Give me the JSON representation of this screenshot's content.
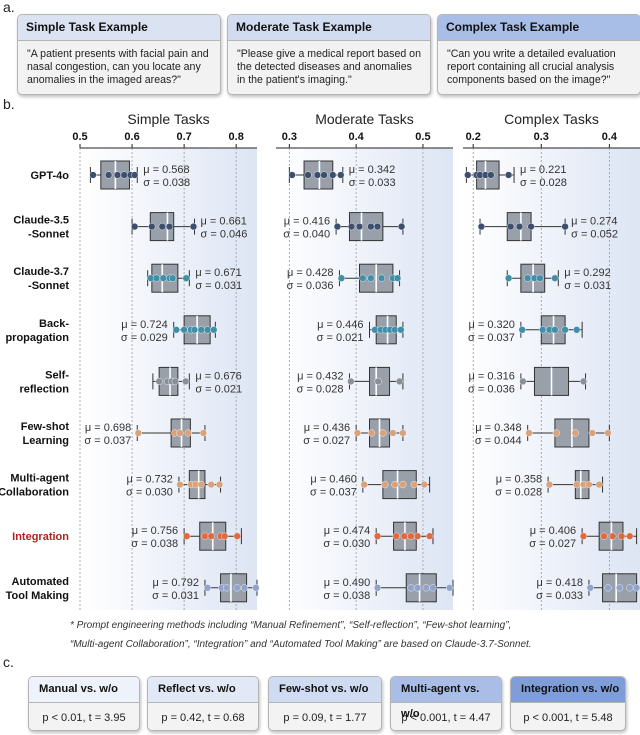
{
  "section_labels": [
    "a.",
    "b.",
    "c."
  ],
  "task_examples": [
    {
      "title": "Simple Task Example",
      "text": "\"A patient presents with facial pain and nasal congestion, can you locate any anomalies in the imaged areas?\"",
      "header_color": "#dbe3f3"
    },
    {
      "title": "Moderate Task Example",
      "text": "\"Please give a medical report based on the detected diseases and anomalies in the patient's imaging.\"",
      "header_color": "#d2dcf1"
    },
    {
      "title": "Complex Task Example",
      "text": "\"Can you write a detailed evaluation report containing all crucial analysis components based on the image?\"",
      "header_color": "#a9bee6"
    }
  ],
  "chart_data": {
    "type": "boxplot",
    "row_labels": [
      "GPT-4o",
      "Claude-3.5\n-Sonnet",
      "Claude-3.7\n-Sonnet",
      "Back-\npropagation",
      "Self-\nreflection",
      "Few-shot\nLearning",
      "Multi-agent\nCollaboration",
      "Integration",
      "Automated\nTool Making"
    ],
    "highlight_row": 7,
    "highlight_color": "#b22222",
    "panels": [
      {
        "title": "Simple Tasks",
        "xlim": [
          0.5,
          0.84
        ],
        "ticks": [
          0.5,
          0.6,
          0.7,
          0.8
        ],
        "tick_labels": [
          "0.5",
          "0.6",
          "0.7",
          "0.8"
        ],
        "rows": [
          {
            "mu": "μ = 0.568",
            "sigma": "σ = 0.038",
            "label_side": "right",
            "whisker": [
              0.52,
              0.61
            ],
            "box": [
              0.54,
              0.595
            ],
            "median": 0.568,
            "points": [
              0.525,
              0.555,
              0.572,
              0.585,
              0.597,
              0.605
            ],
            "point_color": "#3d4f6e"
          },
          {
            "mu": "μ = 0.661",
            "sigma": "σ = 0.046",
            "label_side": "right",
            "whisker": [
              0.6,
              0.72
            ],
            "box": [
              0.635,
              0.68
            ],
            "median": 0.668,
            "points": [
              0.605,
              0.638,
              0.658,
              0.672,
              0.718
            ],
            "point_color": "#3d4f6e"
          },
          {
            "mu": "μ = 0.671",
            "sigma": "σ = 0.031",
            "label_side": "right",
            "whisker": [
              0.63,
              0.71
            ],
            "box": [
              0.638,
              0.688
            ],
            "median": 0.658,
            "points": [
              0.636,
              0.647,
              0.66,
              0.672,
              0.678,
              0.704
            ],
            "point_color": "#3f8fa8"
          },
          {
            "mu": "μ = 0.724",
            "sigma": "σ = 0.029",
            "label_side": "left",
            "whisker": [
              0.68,
              0.76
            ],
            "box": [
              0.7,
              0.75
            ],
            "median": 0.725,
            "points": [
              0.685,
              0.7,
              0.713,
              0.72,
              0.733,
              0.745,
              0.757
            ],
            "point_color": "#3f8fa8"
          },
          {
            "mu": "μ = 0.676",
            "sigma": "σ = 0.021",
            "label_side": "right",
            "whisker": [
              0.64,
              0.71
            ],
            "box": [
              0.652,
              0.688
            ],
            "median": 0.673,
            "points": [
              0.652,
              0.668,
              0.676,
              0.683,
              0.703
            ],
            "point_color": "#8a8f99"
          },
          {
            "mu": "μ = 0.698",
            "sigma": "σ = 0.037",
            "label_side": "left",
            "whisker": [
              0.61,
              0.74
            ],
            "box": [
              0.675,
              0.712
            ],
            "median": 0.695,
            "points": [
              0.612,
              0.682,
              0.692,
              0.708,
              0.737
            ],
            "point_color": "#d9a27a"
          },
          {
            "mu": "μ = 0.732",
            "sigma": "σ = 0.030",
            "label_side": "left",
            "whisker": [
              0.69,
              0.77
            ],
            "box": [
              0.71,
              0.74
            ],
            "median": 0.728,
            "points": [
              0.692,
              0.713,
              0.722,
              0.733,
              0.752,
              0.768
            ],
            "point_color": "#d9a27a"
          },
          {
            "mu": "μ = 0.756",
            "sigma": "σ = 0.038",
            "label_side": "left",
            "whisker": [
              0.7,
              0.81
            ],
            "box": [
              0.73,
              0.78
            ],
            "median": 0.755,
            "points": [
              0.705,
              0.74,
              0.752,
              0.77,
              0.778,
              0.802
            ],
            "point_color": "#e0693f"
          },
          {
            "mu": "μ = 0.792",
            "sigma": "σ = 0.031",
            "label_side": "left",
            "whisker": [
              0.74,
              0.84
            ],
            "box": [
              0.77,
              0.82
            ],
            "median": 0.79,
            "points": [
              0.745,
              0.772,
              0.782,
              0.802,
              0.816,
              0.838
            ],
            "point_color": "#8fa3cc"
          }
        ]
      },
      {
        "title": "Moderate Tasks",
        "xlim": [
          0.28,
          0.545
        ],
        "ticks": [
          0.3,
          0.4,
          0.5
        ],
        "tick_labels": [
          "0.3",
          "0.4",
          "0.5"
        ],
        "rows": [
          {
            "mu": "μ = 0.342",
            "sigma": "σ = 0.033",
            "label_side": "right",
            "whisker": [
              0.3,
              0.38
            ],
            "box": [
              0.322,
              0.365
            ],
            "median": 0.345,
            "points": [
              0.304,
              0.328,
              0.342,
              0.352,
              0.365,
              0.377
            ],
            "point_color": "#3d4f6e"
          },
          {
            "mu": "μ = 0.416",
            "sigma": "σ = 0.040",
            "label_side": "left",
            "whisker": [
              0.37,
              0.47
            ],
            "box": [
              0.39,
              0.44
            ],
            "median": 0.408,
            "points": [
              0.372,
              0.393,
              0.405,
              0.422,
              0.432,
              0.468
            ],
            "point_color": "#3d4f6e"
          },
          {
            "mu": "μ = 0.428",
            "sigma": "σ = 0.036",
            "label_side": "left",
            "whisker": [
              0.375,
              0.465
            ],
            "box": [
              0.405,
              0.455
            ],
            "median": 0.43,
            "points": [
              0.378,
              0.41,
              0.422,
              0.438,
              0.455,
              0.462
            ],
            "point_color": "#3f8fa8"
          },
          {
            "mu": "μ = 0.446",
            "sigma": "σ = 0.021",
            "label_side": "left",
            "whisker": [
              0.42,
              0.47
            ],
            "box": [
              0.43,
              0.46
            ],
            "median": 0.447,
            "points": [
              0.428,
              0.437,
              0.444,
              0.451,
              0.458,
              0.467
            ],
            "point_color": "#3f8fa8"
          },
          {
            "mu": "μ = 0.432",
            "sigma": "σ = 0.028",
            "label_side": "left",
            "whisker": [
              0.39,
              0.47
            ],
            "box": [
              0.42,
              0.45
            ],
            "median": 0.43,
            "points": [
              0.392,
              0.433,
              0.465
            ],
            "point_color": "#8a8f99"
          },
          {
            "mu": "μ = 0.436",
            "sigma": "σ = 0.027",
            "label_side": "left",
            "whisker": [
              0.4,
              0.47
            ],
            "box": [
              0.42,
              0.45
            ],
            "median": 0.435,
            "points": [
              0.402,
              0.423,
              0.44,
              0.455,
              0.47
            ],
            "point_color": "#d9a27a"
          },
          {
            "mu": "μ = 0.460",
            "sigma": "σ = 0.037",
            "label_side": "left",
            "whisker": [
              0.41,
              0.51
            ],
            "box": [
              0.44,
              0.49
            ],
            "median": 0.462,
            "points": [
              0.412,
              0.443,
              0.458,
              0.47,
              0.487,
              0.502
            ],
            "point_color": "#d9a27a"
          },
          {
            "mu": "μ = 0.474",
            "sigma": "σ = 0.030",
            "label_side": "left",
            "whisker": [
              0.43,
              0.515
            ],
            "box": [
              0.456,
              0.49
            ],
            "median": 0.473,
            "points": [
              0.432,
              0.46,
              0.472,
              0.482,
              0.492,
              0.51
            ],
            "point_color": "#e0693f"
          },
          {
            "mu": "μ = 0.490",
            "sigma": "σ = 0.038",
            "label_side": "left",
            "whisker": [
              0.43,
              0.545
            ],
            "box": [
              0.475,
              0.52
            ],
            "median": 0.495,
            "points": [
              0.432,
              0.482,
              0.492,
              0.505,
              0.515,
              0.54
            ],
            "point_color": "#8fa3cc"
          }
        ]
      },
      {
        "title": "Complex Tasks",
        "xlim": [
          0.185,
          0.445
        ],
        "ticks": [
          0.2,
          0.3,
          0.4
        ],
        "tick_labels": [
          "0.2",
          "0.3",
          "0.4"
        ],
        "rows": [
          {
            "mu": "μ = 0.221",
            "sigma": "σ = 0.028",
            "label_side": "right",
            "whisker": [
              0.19,
              0.26
            ],
            "box": [
              0.205,
              0.238
            ],
            "median": 0.218,
            "points": [
              0.192,
              0.205,
              0.21,
              0.218,
              0.226,
              0.252
            ],
            "point_color": "#3d4f6e"
          },
          {
            "mu": "μ = 0.274",
            "sigma": "σ = 0.052",
            "label_side": "right",
            "whisker": [
              0.21,
              0.335
            ],
            "box": [
              0.25,
              0.285
            ],
            "median": 0.27,
            "points": [
              0.212,
              0.255,
              0.268,
              0.285,
              0.335
            ],
            "point_color": "#3d4f6e"
          },
          {
            "mu": "μ = 0.292",
            "sigma": "σ = 0.031",
            "label_side": "right",
            "whisker": [
              0.25,
              0.325
            ],
            "box": [
              0.27,
              0.305
            ],
            "median": 0.288,
            "points": [
              0.252,
              0.28,
              0.29,
              0.298,
              0.32
            ],
            "point_color": "#3f8fa8"
          },
          {
            "mu": "μ = 0.320",
            "sigma": "σ = 0.037",
            "label_side": "left",
            "whisker": [
              0.27,
              0.36
            ],
            "box": [
              0.3,
              0.335
            ],
            "median": 0.318,
            "points": [
              0.272,
              0.302,
              0.312,
              0.32,
              0.335,
              0.352
            ],
            "point_color": "#3f8fa8"
          },
          {
            "mu": "μ = 0.316",
            "sigma": "σ = 0.036",
            "label_side": "left",
            "whisker": [
              0.27,
              0.365
            ],
            "box": [
              0.29,
              0.34
            ],
            "median": 0.315,
            "points": [
              0.273,
              0.362
            ],
            "point_color": "#8a8f99"
          },
          {
            "mu": "μ = 0.348",
            "sigma": "σ = 0.044",
            "label_side": "left",
            "whisker": [
              0.28,
              0.4
            ],
            "box": [
              0.32,
              0.37
            ],
            "median": 0.345,
            "points": [
              0.282,
              0.322,
              0.35,
              0.375,
              0.398
            ],
            "point_color": "#d9a27a"
          },
          {
            "mu": "μ = 0.358",
            "sigma": "σ = 0.028",
            "label_side": "left",
            "whisker": [
              0.31,
              0.39
            ],
            "box": [
              0.35,
              0.37
            ],
            "median": 0.358,
            "points": [
              0.312,
              0.352,
              0.362,
              0.37,
              0.385
            ],
            "point_color": "#d9a27a"
          },
          {
            "mu": "μ = 0.406",
            "sigma": "σ = 0.027",
            "label_side": "left",
            "whisker": [
              0.36,
              0.44
            ],
            "box": [
              0.385,
              0.42
            ],
            "median": 0.403,
            "points": [
              0.362,
              0.392,
              0.405,
              0.418,
              0.43
            ],
            "point_color": "#e0693f"
          },
          {
            "mu": "μ = 0.418",
            "sigma": "σ = 0.033",
            "label_side": "left",
            "whisker": [
              0.37,
              0.44
            ],
            "box": [
              0.39,
              0.44
            ],
            "median": 0.41,
            "points": [
              0.372,
              0.398,
              0.415,
              0.43,
              0.44
            ],
            "point_color": "#8fa3cc"
          }
        ]
      }
    ]
  },
  "footnote": [
    "* Prompt engineering methods including “Manual Refinement”, “Self-reflection”, “Few-shot learning”,",
    "“Multi-agent Collaboration”, “Integration” and  “Automated Tool Making” are based on Claude-3.7-Sonnet."
  ],
  "comparisons": [
    {
      "title": "Manual vs. w/o",
      "stat": "p < 0.01, t = 3.95",
      "header_color": "#eef2fa"
    },
    {
      "title": "Reflect vs. w/o",
      "stat": "p = 0.42, t = 0.68",
      "header_color": "#e2e9f6"
    },
    {
      "title": "Few-shot vs. w/o",
      "stat": "p = 0.09, t = 1.77",
      "header_color": "#cfdbf1"
    },
    {
      "title": "Multi-agent vs. w/o",
      "stat": "p < 0.001, t = 4.47",
      "header_color": "#a9bde6"
    },
    {
      "title": "Integration vs. w/o",
      "stat": "p < 0.001, t = 5.48",
      "header_color": "#7f9ed8"
    }
  ]
}
